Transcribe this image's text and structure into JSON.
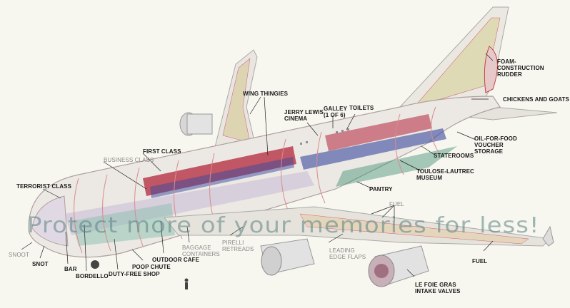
{
  "diagram": {
    "title": "",
    "subject": "Airliner cutaway illustration (double-deck jumbo jet)",
    "colors": {
      "background": "#f7f6ef",
      "fuselage": "#ece9e4",
      "cabin_red": "#b3243a",
      "cabin_blue": "#3a4aa0",
      "structure_pink": "#d88c8c",
      "wing": "#e6e3dc",
      "engine": "#dcdcdc",
      "label_text": "#1a1a1a",
      "grey_label_text": "#8a8a8a"
    },
    "watermark": "Protect more of your memories for less!",
    "labels": [
      {
        "id": "wing-thingies",
        "text": "WING THINGIES"
      },
      {
        "id": "jerry-lewis-cinema",
        "text": "JERRY LEWIS\nCINEMA"
      },
      {
        "id": "galley",
        "text": "GALLEY\n(1 OF 6)"
      },
      {
        "id": "toilets",
        "text": "TOILETS"
      },
      {
        "id": "foam-rudder",
        "text": "FOAM-\nCONSTRUCTION\nRUDDER"
      },
      {
        "id": "chickens-goats",
        "text": "CHICKENS AND GOATS"
      },
      {
        "id": "oil-for-food",
        "text": "OIL-FOR-FOOD\nVOUCHER\nSTORAGE"
      },
      {
        "id": "staterooms",
        "text": "STATEROOMS"
      },
      {
        "id": "toulouse-lautrec",
        "text": "TOULOSE-LAUTREC\nMUSEUM"
      },
      {
        "id": "pantry",
        "text": "PANTRY"
      },
      {
        "id": "business-class",
        "text": "BUSINESS CLASS"
      },
      {
        "id": "first-class",
        "text": "FIRST CLASS"
      },
      {
        "id": "terrorist-class",
        "text": "TERRORIST CLASS"
      },
      {
        "id": "snoot",
        "text": "SNOOT"
      },
      {
        "id": "snot",
        "text": "SNOT"
      },
      {
        "id": "bar",
        "text": "BAR"
      },
      {
        "id": "bordello",
        "text": "BORDELLO"
      },
      {
        "id": "duty-free",
        "text": "DUTY-FREE SHOP"
      },
      {
        "id": "poop-chute",
        "text": "POOP CHUTE"
      },
      {
        "id": "outdoor-cafe",
        "text": "OUTDOOR CAFE"
      },
      {
        "id": "baggage",
        "text": "BAGGAGE\nCONTAINERS"
      },
      {
        "id": "pirelli",
        "text": "PIRELLI\nRETREADS"
      },
      {
        "id": "leading-edge",
        "text": "LEADING\nEDGE FLAPS"
      },
      {
        "id": "fuel-upper",
        "text": "FUEL"
      },
      {
        "id": "fuel-lower",
        "text": "FUEL"
      },
      {
        "id": "le-foie-gras",
        "text": "LE FOIE GRAS\nINTAKE VALVES"
      }
    ]
  }
}
